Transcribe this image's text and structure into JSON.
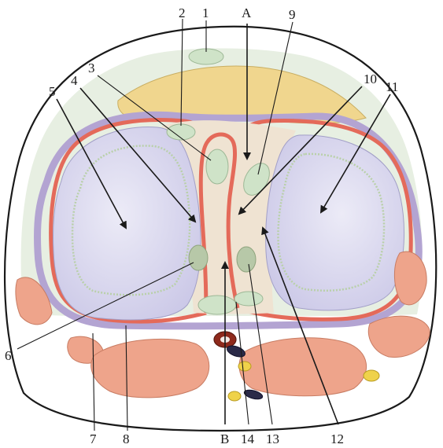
{
  "labels": {
    "l1": "1",
    "l2": "2",
    "l3": "3",
    "l4": "4",
    "l5": "5",
    "l6": "6",
    "l7": "7",
    "l8": "8",
    "l9": "9",
    "l10": "10",
    "l11": "11",
    "l12": "12",
    "l13": "13",
    "l14": "14",
    "lA": "A",
    "lB": "B"
  },
  "colors": {
    "outline": "#1a1a1a",
    "sternum_fat": "#f0d68e",
    "lymph_node_green": "#cfe3c8",
    "lung_lavender": "#d9d7ef",
    "pleura_red": "#e46a5a",
    "pleura_purple": "#b3a4d2",
    "muscle_salmon": "#eea48b",
    "mediastinum_beige": "#efe3d2",
    "aorta_red": "#8e2a1c",
    "vein_dark": "#2a2a48",
    "nerve_yellow": "#efd24a"
  }
}
